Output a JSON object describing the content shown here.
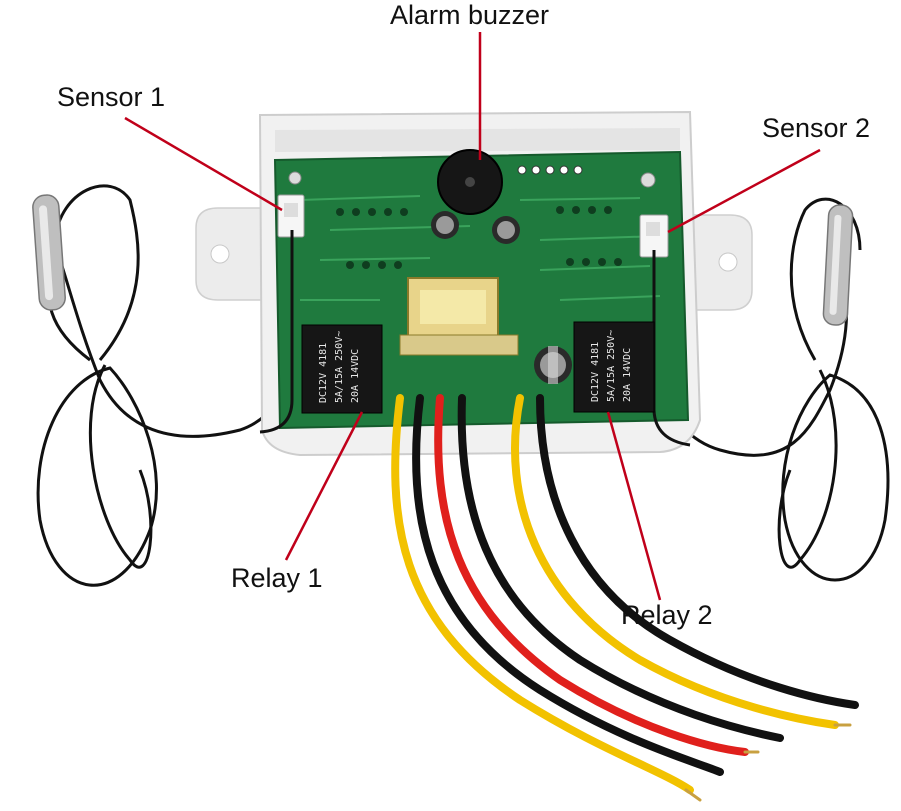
{
  "labels": {
    "alarm_buzzer": "Alarm buzzer",
    "sensor_1": "Sensor 1",
    "sensor_2": "Sensor 2",
    "relay_1": "Relay 1",
    "relay_2": "Relay 2"
  },
  "relay_markings": {
    "line1": "DC12V 4181",
    "line2": "5A/15A 250V~",
    "line3": "20A 14VDC"
  },
  "colors": {
    "pointer": "#c0001a",
    "pcb": "#1f7a3e",
    "enclosure": "#eeeeee",
    "relay": "#1a1a1a",
    "wire_yellow": "#f2c200",
    "wire_red": "#e0201c",
    "wire_black": "#111111"
  }
}
